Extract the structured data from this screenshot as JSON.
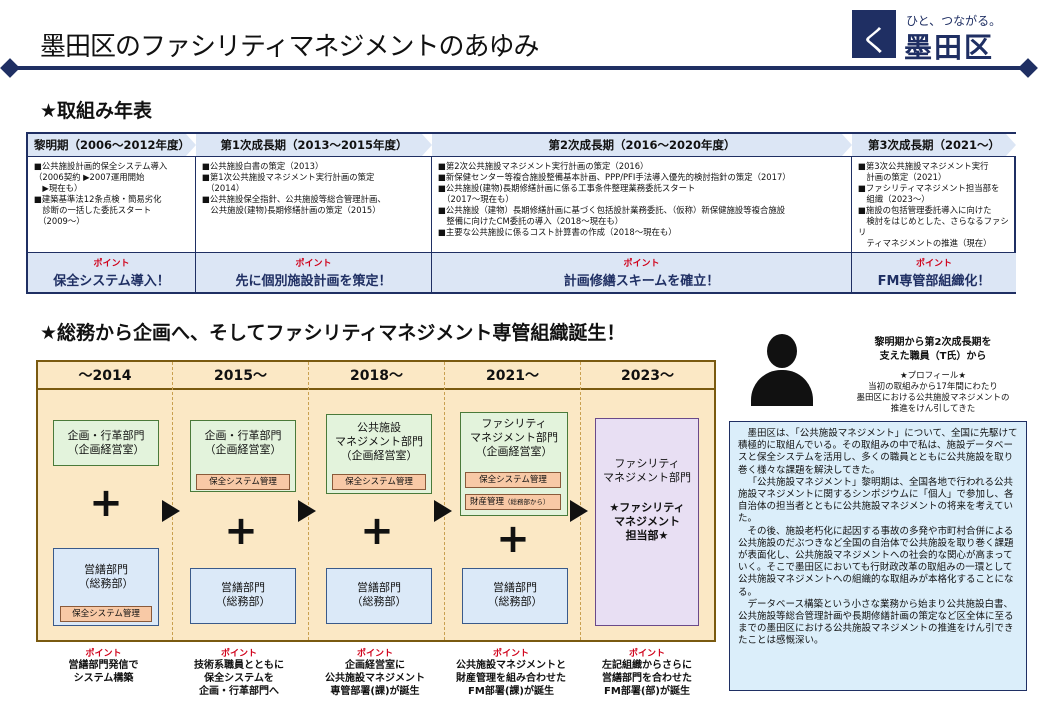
{
  "page_title": "墨田区のファシリティマネジメントのあゆみ",
  "logo": {
    "mark": "く",
    "tagline": "ひと、つながる。",
    "name": "墨田区"
  },
  "section1_title": "★取組み年表",
  "point_label": "ポイント",
  "phases": [
    {
      "label": "黎明期（2006～2012年度）",
      "items": [
        "■公共施設計画的保全システム導入",
        "（2006契約 ▶2007運用開始",
        "　▶現在も）",
        "■建築基準法12条点検・簡易劣化",
        "　診断の一括した委託スタート",
        "　（2009～）"
      ],
      "point": "保全システム導入！"
    },
    {
      "label": "第1次成長期（2013～2015年度）",
      "items": [
        "■公共施設白書の策定（2013）",
        "■第1次公共施設マネジメント実行計画の策定",
        "　（2014）",
        "■公共施設保全指針、公共施設等総合管理計画、",
        "　公共施設(建物)長期修繕計画の策定（2015）"
      ],
      "point": "先に個別施設計画を策定！"
    },
    {
      "label": "第2次成長期（2016～2020年度）",
      "items": [
        "■第2次公共施設マネジメント実行計画の策定（2016）",
        "■新保健センター等複合施設整備基本計画、PPP/PFI手法導入優先的検討指針の策定（2017）",
        "■公共施設(建物)長期修繕計画に係る工事条件整理業務委託スタート",
        "　（2017～現在も）",
        "■公共施設（建物）長期修繕計画に基づく包括設計業務委託、（仮称）新保健施設等複合施設",
        "　整備に向けたCM委託の導入（2018～現在も）",
        "■主要な公共施設に係るコスト計算書の作成（2018～現在も）"
      ],
      "point": "計画修繕スキームを確立！"
    },
    {
      "label": "第3次成長期（2021～）",
      "items": [
        "■第3次公共施設マネジメント実行",
        "　計画の策定（2021）",
        "■ファシリティマネジメント担当部を",
        "　組織（2023～）",
        "■施設の包括管理委託導入に向けた",
        "　検討をはじめとした、さらなるファシリ",
        "　ティマネジメントの推進（現在）"
      ],
      "point": "FM専管部組織化！"
    }
  ],
  "section2_title": "★総務から企画へ、そしてファシリティマネジメント専管組織誕生！",
  "org": {
    "cols": [
      {
        "year": "～2014",
        "dept1": "企画・行革部門",
        "dept1_sub": "（企画経営室）",
        "dept2": "営繕部門",
        "dept2_sub": "（総務部）",
        "dept2_tag": "保全システム管理",
        "point_lines": [
          "営繕部門発信で",
          "システム構築"
        ]
      },
      {
        "year": "2015～",
        "dept1": "企画・行革部門",
        "dept1_sub": "（企画経営室）",
        "dept1_tag": "保全システム管理",
        "dept2": "営繕部門",
        "dept2_sub": "（総務部）",
        "point_lines": [
          "技術系職員とともに",
          "保全システムを",
          "企画・行革部門へ"
        ]
      },
      {
        "year": "2018～",
        "dept1_lines": [
          "公共施設",
          "マネジメント部門"
        ],
        "dept1_sub": "（企画経営室）",
        "dept1_tag": "保全システム管理",
        "dept2": "営繕部門",
        "dept2_sub": "（総務部）",
        "point_lines": [
          "企画経営室に",
          "公共施設マネジメント",
          "専管部署(課)が誕生"
        ]
      },
      {
        "year": "2021～",
        "dept1_lines": [
          "ファシリティ",
          "マネジメント部門"
        ],
        "dept1_sub": "（企画経営室）",
        "dept1_tag": "保全システム管理",
        "dept1_tag2": "財産管理",
        "dept1_tag2_sub": "（総務部から）",
        "dept2": "営繕部門",
        "dept2_sub": "（総務部）",
        "point_lines": [
          "公共施設マネジメントと",
          "財産管理を組み合わせた",
          "FM部署(課)が誕生"
        ]
      },
      {
        "year": "2023～",
        "dept1_lines": [
          "ファシリティ",
          "マネジメント部門"
        ],
        "dept1_star": [
          "★ファシリティ",
          "マネジメント",
          "担当部★"
        ],
        "point_lines": [
          "左記組織からさらに",
          "営繕部門を合わせた",
          "FM部署(部)が誕生"
        ]
      }
    ]
  },
  "staff": {
    "title_lines": [
      "黎明期から第2次成長期を",
      "支えた職員（T氏）から"
    ],
    "profile_lines": [
      "★プロフィール★",
      "当初の取組みから17年間にわたり",
      "墨田区における公共施設マネジメントの",
      "推進をけん引してきた"
    ]
  },
  "quote_paragraphs": [
    "墨田区は、「公共施設マネジメント」について、全国に先駆けて積極的に取組んでいる。その取組みの中で私は、施設データベースと保全システムを活用し、多くの職員とともに公共施設を取り巻く様々な課題を解決してきた。",
    "「公共施設マネジメント」黎明期は、全国各地で行われる公共施設マネジメントに関するシンポジウムに「個人」で参加し、各自治体の担当者とともに公共施設マネジメントの将来を考えていた。",
    "その後、施設老朽化に起因する事故の多発や市町村合併による公共施設のだぶつきなど全国の自治体で公共施設を取り巻く課題が表面化し、公共施設マネジメントへの社会的な関心が高まっていく。そこで墨田区においても行財政改革の取組みの一環として公共施設マネジメントへの組織的な取組みが本格化することになる。",
    "データベース構築という小さな業務から始まり公共施設白書、公共施設等総合管理計画や長期修繕計画の策定など区全体に至るまでの墨田区における公共施設マネジメントの推進をけん引できたことは感慨深い。"
  ]
}
